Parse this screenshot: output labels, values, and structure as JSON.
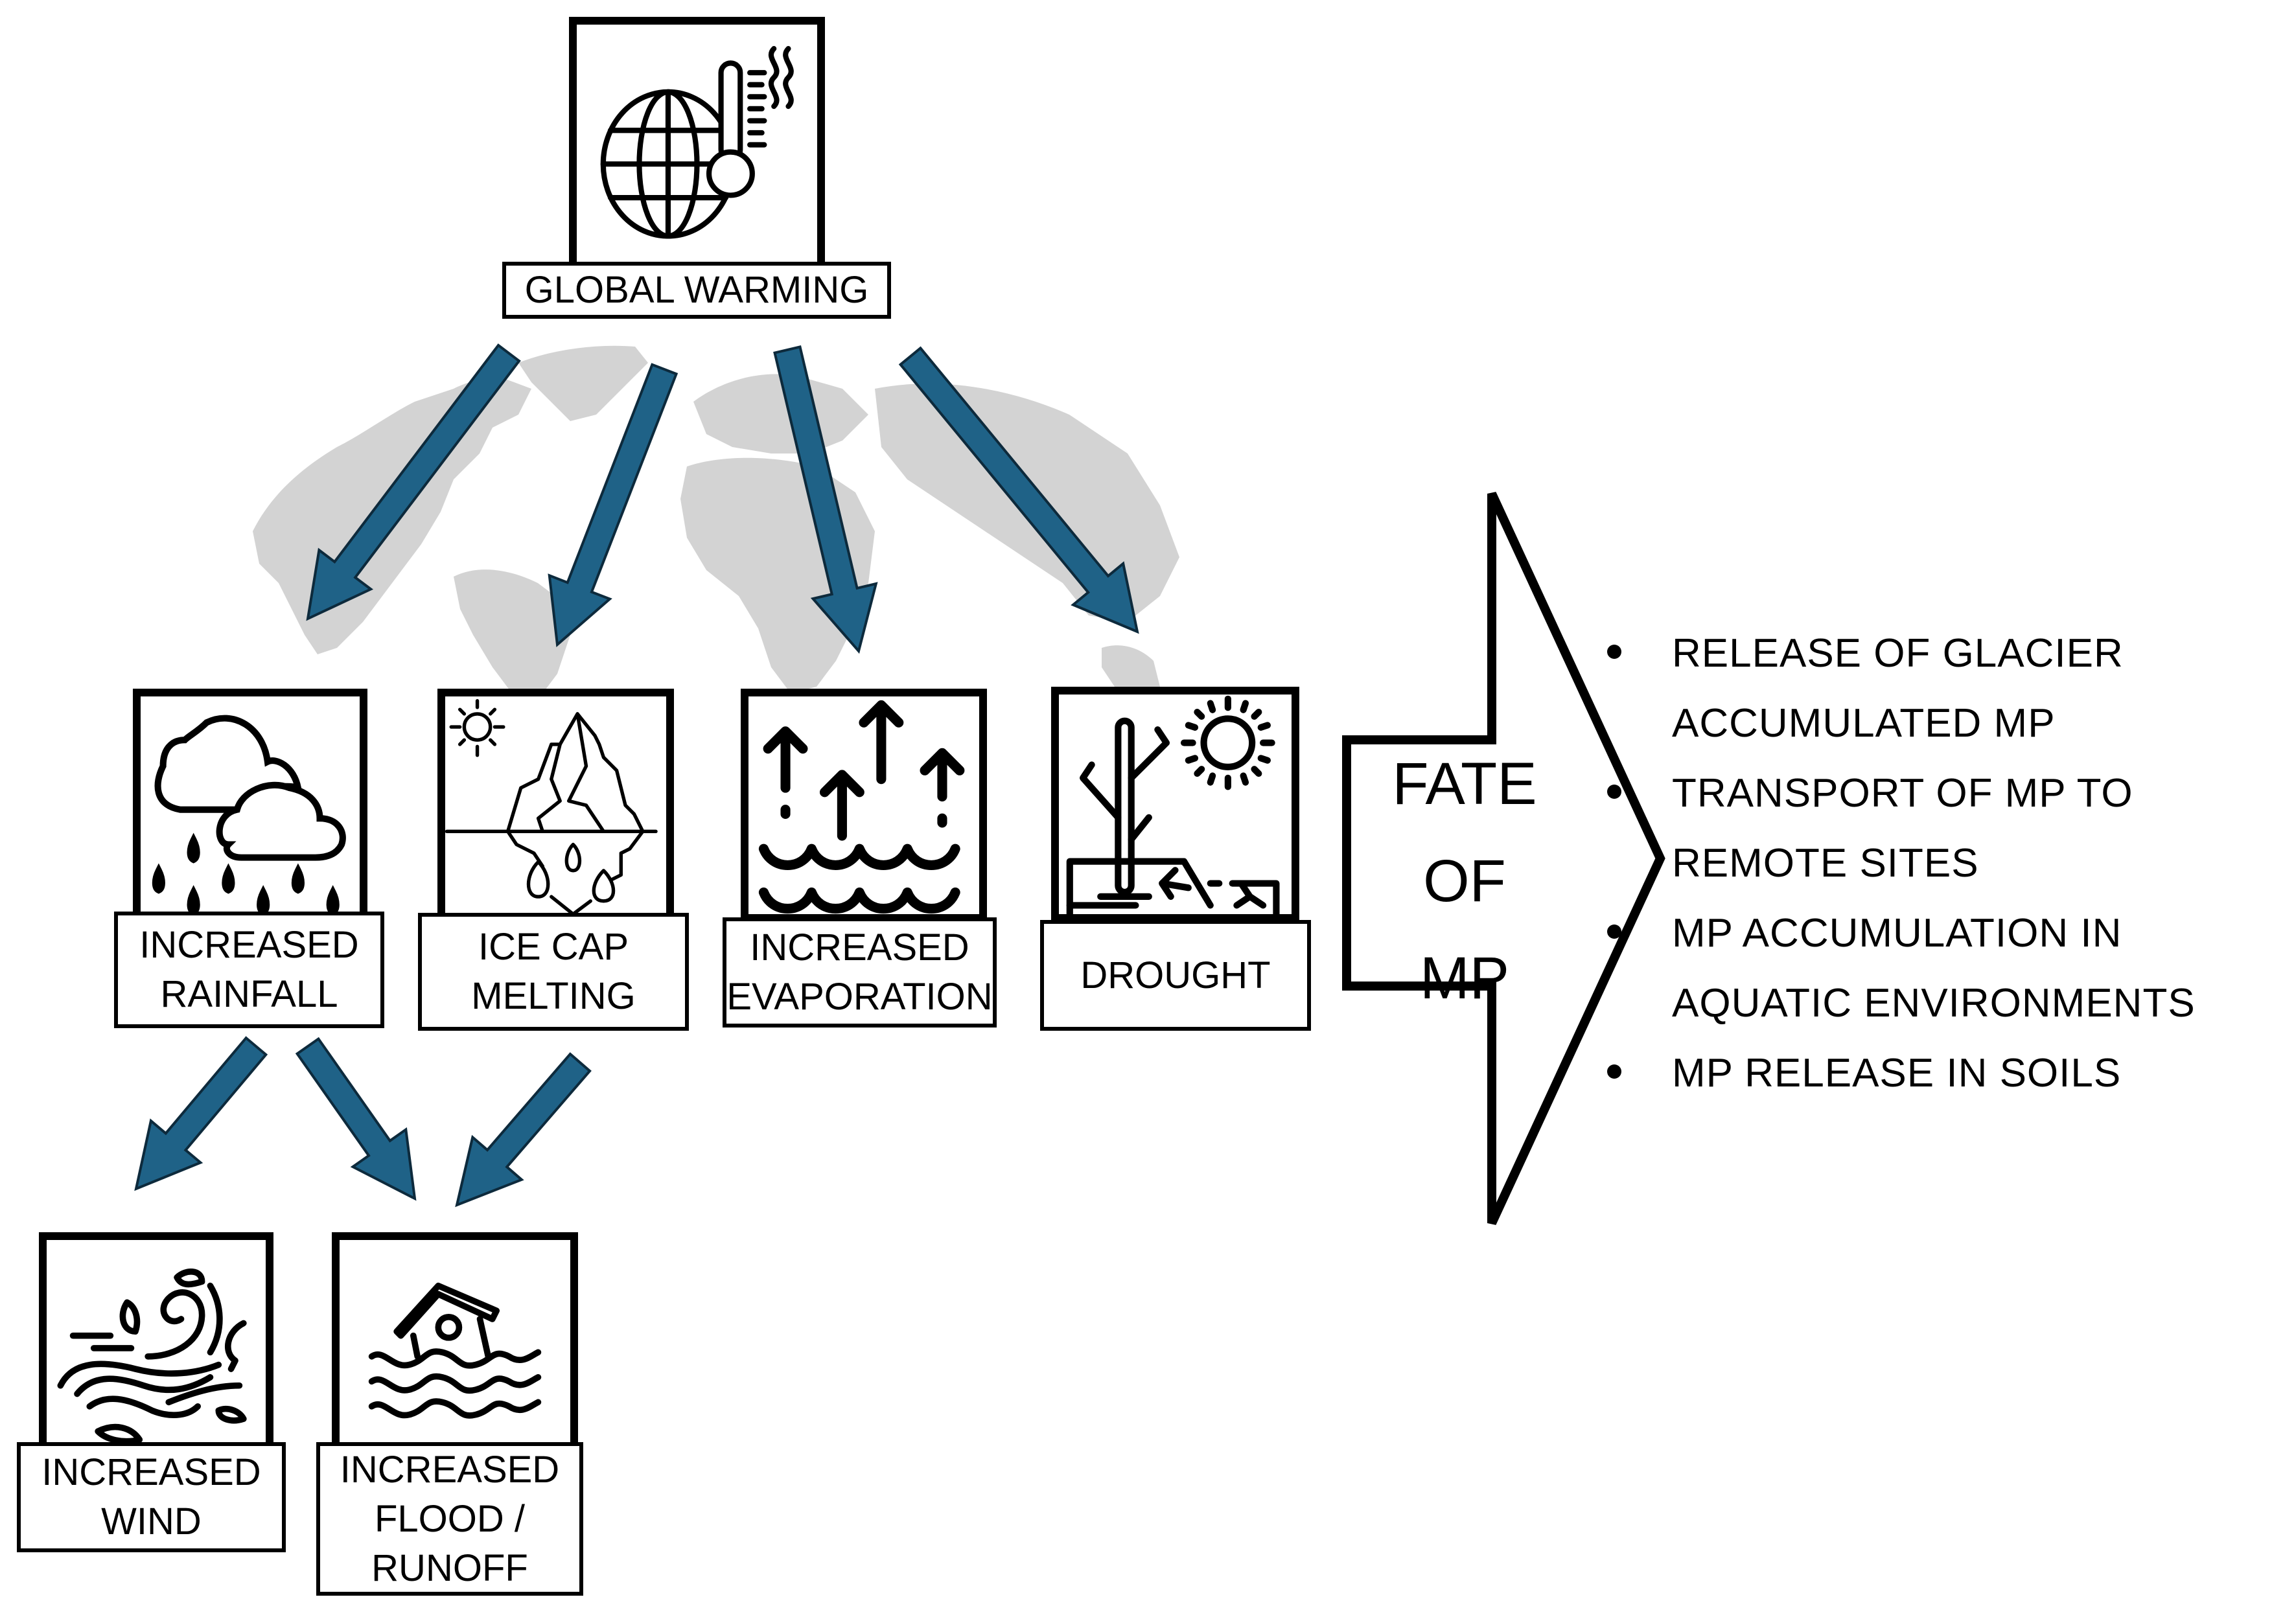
{
  "diagram": {
    "root": {
      "label_lines": [
        "GLOBAL WARMING"
      ],
      "icon": "globe-thermometer-icon"
    },
    "effects": [
      {
        "id": "rainfall",
        "label_lines": [
          "INCREASED",
          "RAINFALL"
        ],
        "icon": "rain-clouds-icon"
      },
      {
        "id": "ice-cap",
        "label_lines": [
          "ICE CAP",
          "MELTING"
        ],
        "icon": "melting-iceberg-icon"
      },
      {
        "id": "evaporation",
        "label_lines": [
          "INCREASED",
          "EVAPORATION"
        ],
        "icon": "evaporation-arrows-icon"
      },
      {
        "id": "drought",
        "label_lines": [
          "DROUGHT"
        ],
        "icon": "dead-tree-sun-icon"
      }
    ],
    "secondary_effects": [
      {
        "id": "wind",
        "label_lines": [
          "INCREASED",
          "WIND"
        ],
        "icon": "wind-leaves-icon"
      },
      {
        "id": "flood",
        "label_lines": [
          "INCREASED",
          "FLOOD /",
          "RUNOFF"
        ],
        "icon": "flooded-house-icon"
      }
    ],
    "connections": [
      {
        "from": "global-warming",
        "to": "rainfall"
      },
      {
        "from": "global-warming",
        "to": "ice-cap"
      },
      {
        "from": "global-warming",
        "to": "evaporation"
      },
      {
        "from": "global-warming",
        "to": "drought"
      },
      {
        "from": "rainfall",
        "to": "wind"
      },
      {
        "from": "rainfall",
        "to": "flood"
      },
      {
        "from": "ice-cap",
        "to": "flood"
      }
    ],
    "fate": {
      "label_lines": [
        "FATE",
        "OF",
        "MP"
      ]
    },
    "outcomes": [
      {
        "lines": [
          "RELEASE OF GLACIER",
          "ACCUMULATED MP"
        ]
      },
      {
        "lines": [
          "TRANSPORT OF MP TO",
          "REMOTE SITES"
        ]
      },
      {
        "lines": [
          "MP ACCUMULATION IN",
          "AQUATIC ENVIRONMENTS"
        ]
      },
      {
        "lines": [
          "MP RELEASE IN SOILS"
        ]
      }
    ],
    "colors": {
      "arrow_fill": "#1f6287",
      "arrow_stroke": "#0d2a3c",
      "map_gray": "#d3d3d3",
      "line": "#000000",
      "background": "#ffffff"
    }
  }
}
